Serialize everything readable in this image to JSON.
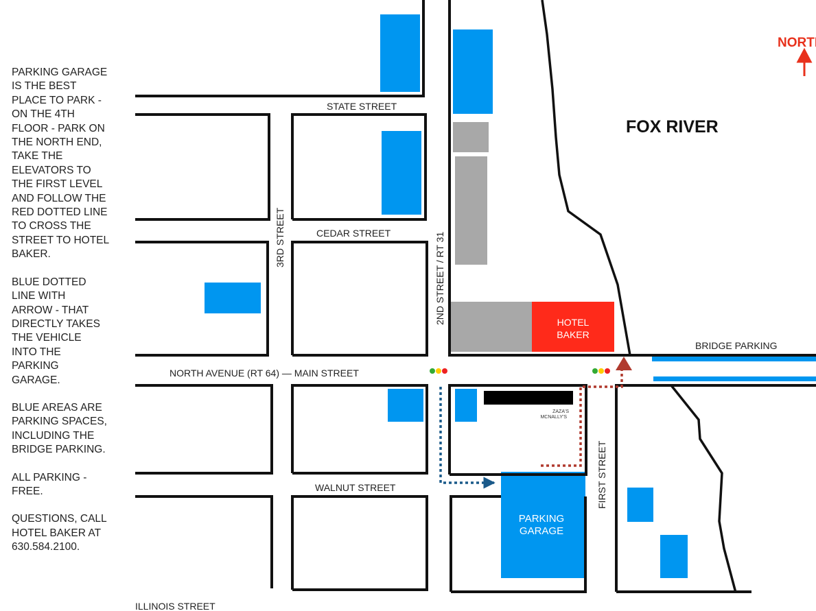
{
  "instructions": [
    "PARKING GARAGE\nIS THE BEST\nPLACE TO PARK -\nON THE 4TH\nFLOOR - PARK ON\nTHE NORTH END,\nTAKE THE\nELEVATORS TO\nTHE FIRST LEVEL\nAND FOLLOW THE\nRED DOTTED LINE\nTO CROSS THE\nSTREET TO HOTEL\nBAKER.",
    "BLUE DOTTED\nLINE WITH\nARROW - THAT\nDIRECTLY TAKES\nTHE VEHICLE\nINTO THE\nPARKING\nGARAGE.",
    "BLUE AREAS ARE\nPARKING SPACES,\nINCLUDING THE\nBRIDGE PARKING.",
    "ALL PARKING -\nFREE.",
    "QUESTIONS, CALL\nHOTEL BAKER AT\n630.584.2100."
  ],
  "map": {
    "north_label": "NORTH",
    "river_label": "FOX RIVER",
    "streets": {
      "state": "STATE STREET",
      "cedar": "CEDAR STREET",
      "third": "3RD STREET",
      "second": "2ND STREET / RT 31",
      "main": "NORTH AVENUE (RT 64) — MAIN STREET",
      "walnut": "WALNUT STREET",
      "first": "FIRST STREET",
      "illinois": "ILLINOIS STREET",
      "bridge_parking": "BRIDGE PARKING"
    },
    "hotel_line1": "HOTEL",
    "hotel_line2": "BAKER",
    "garage_line1": "PARKING",
    "garage_line2": "GARAGE",
    "zazas_line1": "ZAZA'S",
    "zazas_line2": "MCNALLY'S",
    "colors": {
      "parking": "#0096f0",
      "hotel": "#ff2a1a",
      "building": "#a8a8a8",
      "red_route": "#b03a2e",
      "blue_route": "#1a5a8a",
      "north": "#e8311c",
      "street_line": "#111111"
    }
  }
}
